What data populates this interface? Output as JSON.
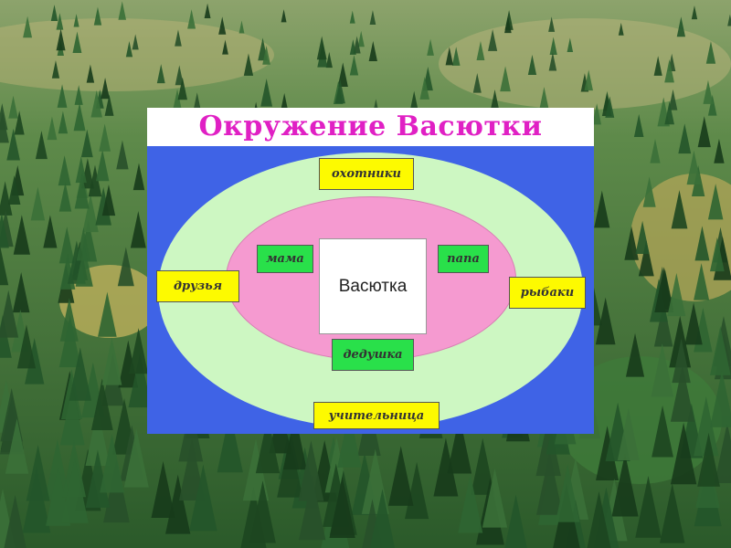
{
  "slide": {
    "title": "Окружение Васютки",
    "center": "Васютка",
    "inner_circle": {
      "left": "мама",
      "right": "папа",
      "bottom": "дедушка"
    },
    "outer_circle": {
      "top": "охотники",
      "left": "друзья",
      "right": "рыбаки",
      "bottom": "учительница"
    }
  },
  "colors": {
    "panel": "#3f63e6",
    "outer_ring": "#cdf7c2",
    "inner_ring": "#f59ad0",
    "title": "#e020c4",
    "yellow_label": "#fdfa00",
    "green_label": "#29e04a"
  }
}
